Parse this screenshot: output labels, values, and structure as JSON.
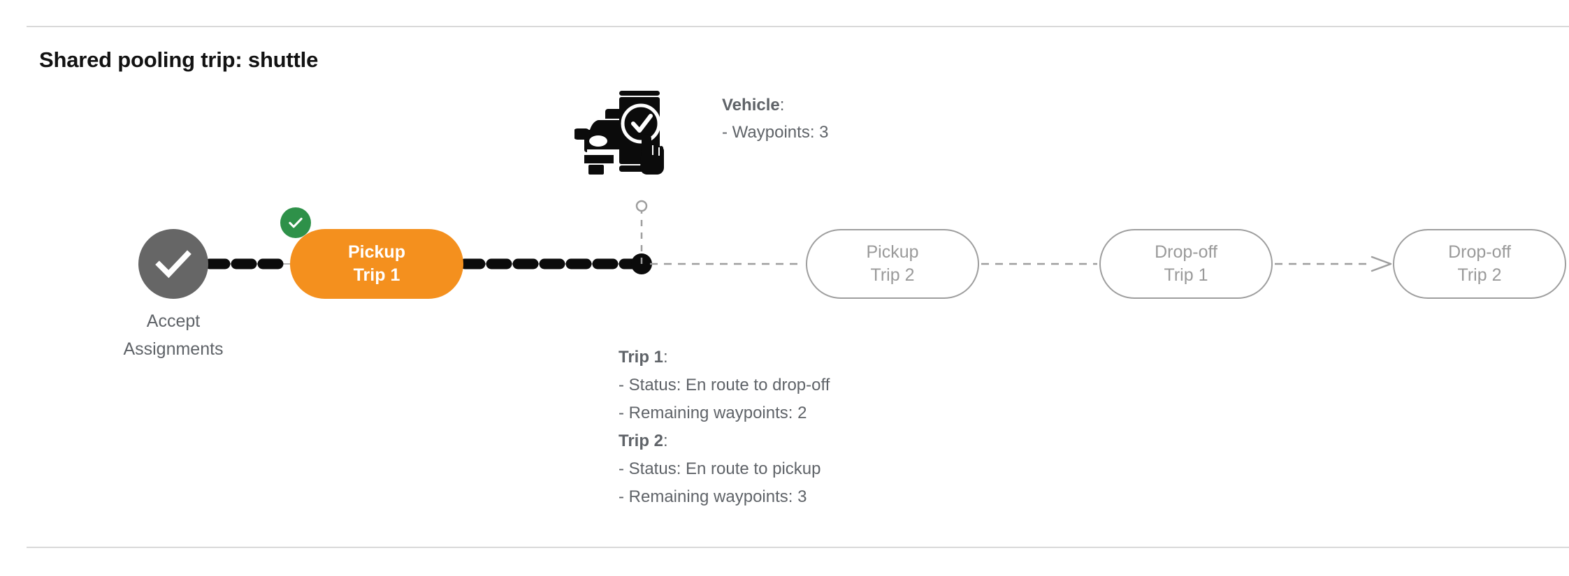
{
  "page": {
    "title": "Shared pooling trip: shuttle"
  },
  "colors": {
    "active": "#f4901e",
    "done": "#666666",
    "badge": "#2e9149",
    "future_border": "#9e9e9e",
    "future_text": "#9a9a9a",
    "body_text": "#5f6368",
    "divider": "#d9d9d9"
  },
  "flow": {
    "start_node": {
      "label": "Accept\nAssignments",
      "icon": "check-icon",
      "state": "completed"
    },
    "nodes": [
      {
        "line1": "Pickup",
        "line2": "Trip 1",
        "state": "active",
        "badge": "check-icon"
      },
      {
        "line1": "Pickup",
        "line2": "Trip 2",
        "state": "upcoming",
        "badge": ""
      },
      {
        "line1": "Drop-off",
        "line2": "Trip 1",
        "state": "upcoming",
        "badge": ""
      },
      {
        "line1": "Drop-off",
        "line2": "Trip 2",
        "state": "upcoming",
        "badge": ""
      }
    ]
  },
  "vehicle": {
    "icon": "car-phone-check-icon",
    "title": "Vehicle",
    "title_suffix": ":",
    "waypoints_line": "- Waypoints: 3"
  },
  "trips": {
    "trip1": {
      "title": "Trip 1",
      "title_suffix": ":",
      "status_line": "- Status:  En route to drop-off",
      "waypoints_line": "- Remaining waypoints: 2"
    },
    "trip2": {
      "title": "Trip 2",
      "title_suffix": ":",
      "status_line": "- Status:  En route to pickup",
      "waypoints_line": "- Remaining waypoints: 3"
    }
  }
}
